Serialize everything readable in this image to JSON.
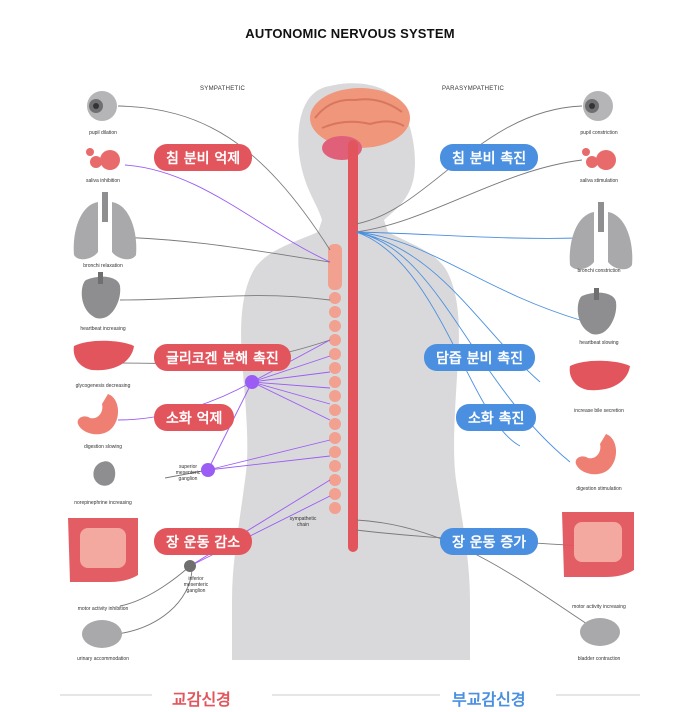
{
  "title": "AUTONOMIC NERVOUS SYSTEM",
  "sympathetic_header": "SYMPATHETIC",
  "parasympathetic_header": "PARASYMPATHETIC",
  "left_labels": {
    "pupil": "pupil dilation",
    "saliva": "saliva inhibition",
    "bronchi": "bronchi relaxation",
    "heart": "heartbeat increasing",
    "liver": "glycogenesis decreasing",
    "stomach": "digestion slowing",
    "kidney": "norepinephrine increasing",
    "intestine": "motor activity inhibition",
    "bladder": "urinary accommodation"
  },
  "right_labels": {
    "pupil": "pupil constriction",
    "saliva": "saliva stimulation",
    "bronchi": "bronchi constriction",
    "heart": "heartbeat slowing",
    "liver": "increase bile secretion",
    "stomach": "digestion stimulation",
    "intestine": "motor activity increasing",
    "bladder": "bladder contraction"
  },
  "ganglia": {
    "superior": "superior\nmesenteric\nganglion",
    "inferior": "inferior\nmesenteric\nganglion",
    "chain": "sympathetic\nchain"
  },
  "pills_left": {
    "saliva": "침 분비 억제",
    "glycogen": "글리코겐 분해 촉진",
    "digestion": "소화 억제",
    "motor": "장 운동 감소"
  },
  "pills_right": {
    "saliva": "침 분비 촉진",
    "bile": "담즙 분비 촉진",
    "digestion": "소화 촉진",
    "motor": "장 운동 증가"
  },
  "footer": {
    "left": "교감신경",
    "right": "부교감신경"
  },
  "colors": {
    "red": "#e2555c",
    "blue": "#4a8fe0",
    "purple": "#9b5cf5",
    "body": "#d9d9db",
    "organ_gray": "#a9a9ab"
  }
}
